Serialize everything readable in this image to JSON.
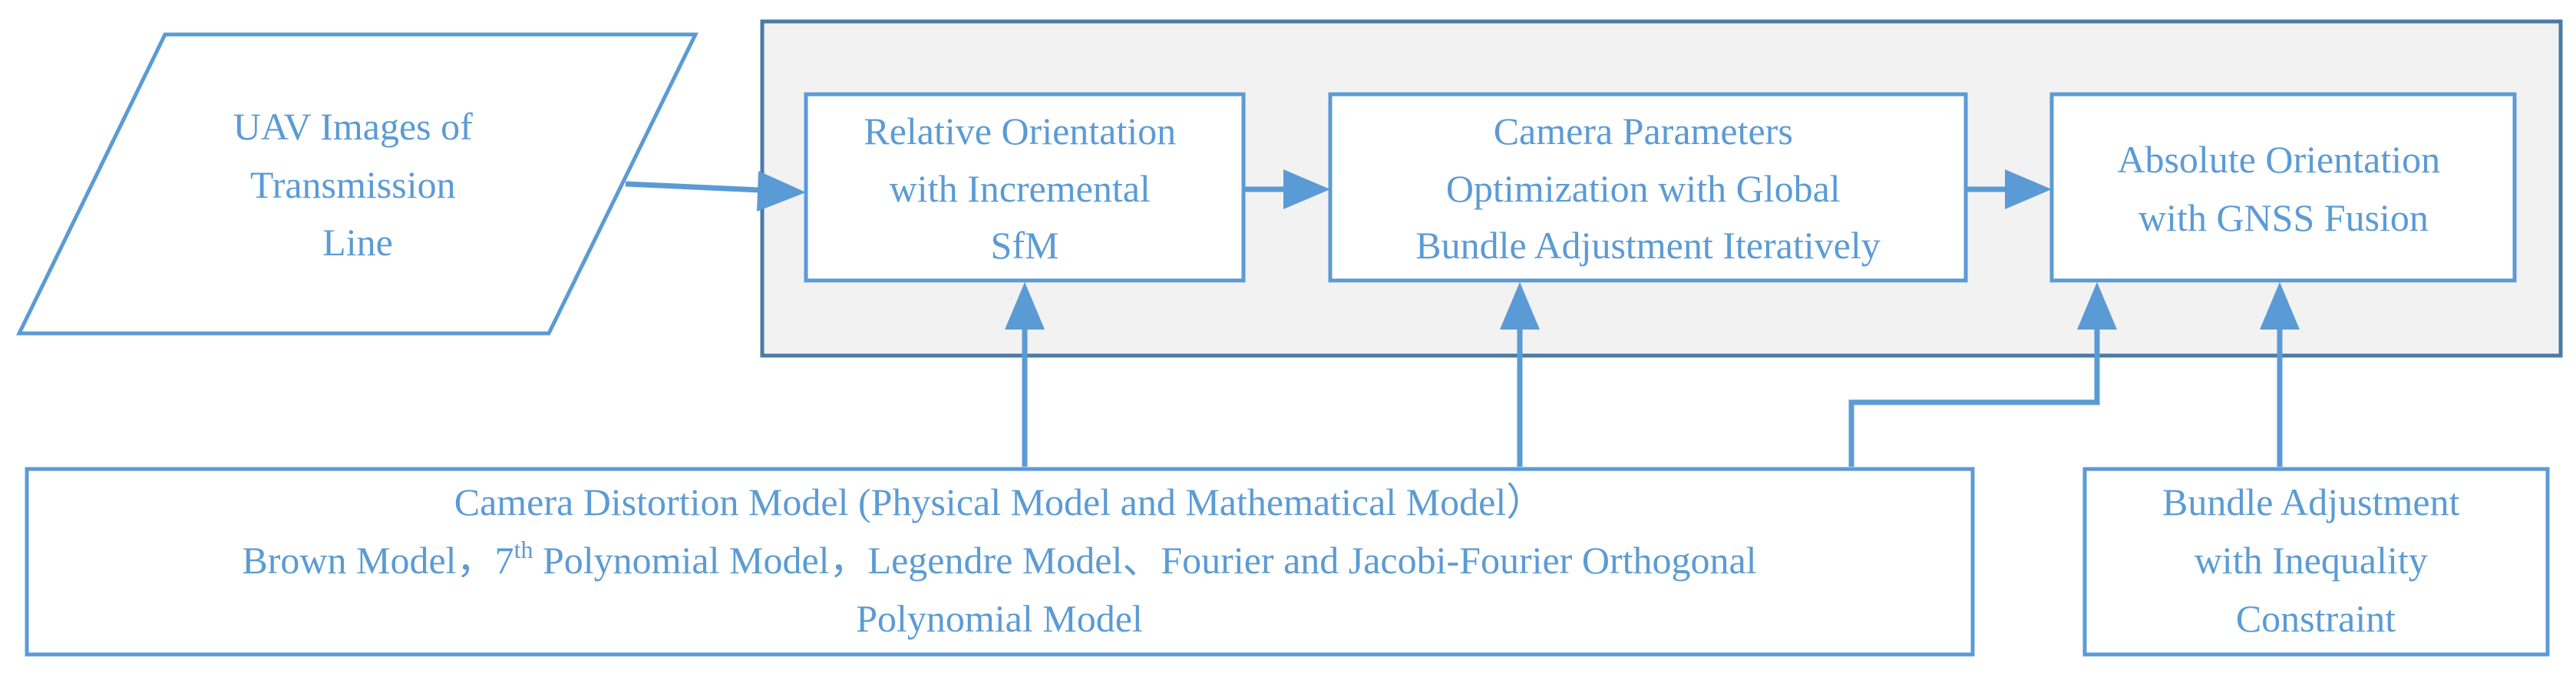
{
  "colors": {
    "stroke": "#5b9bd5",
    "text": "#5b9bd5",
    "container_fill": "#f2f2f2",
    "container_stroke": "#4a7aa6"
  },
  "input": {
    "lines": [
      "UAV Images of",
      "Transmission",
      "Line"
    ]
  },
  "relative_orientation": {
    "lines": [
      "Relative Orientation",
      "with Incremental",
      "SfM"
    ]
  },
  "camera_parameters": {
    "lines": [
      "Camera Parameters",
      "Optimization with Global",
      "Bundle Adjustment Iteratively"
    ]
  },
  "absolute_orientation": {
    "lines": [
      "Absolute Orientation",
      "with GNSS Fusion"
    ]
  },
  "distortion_model": {
    "line1": "Camera Distortion Model (Physical Model and Mathematical Model）",
    "line2_a": "Brown Model，7",
    "line2_sup": "th",
    "line2_b": " Polynomial Model，Legendre Model、Fourier and Jacobi-Fourier Orthogonal",
    "line3": "Polynomial Model"
  },
  "bundle_adjustment": {
    "lines": [
      "Bundle Adjustment",
      "with Inequality",
      "Constraint"
    ]
  }
}
